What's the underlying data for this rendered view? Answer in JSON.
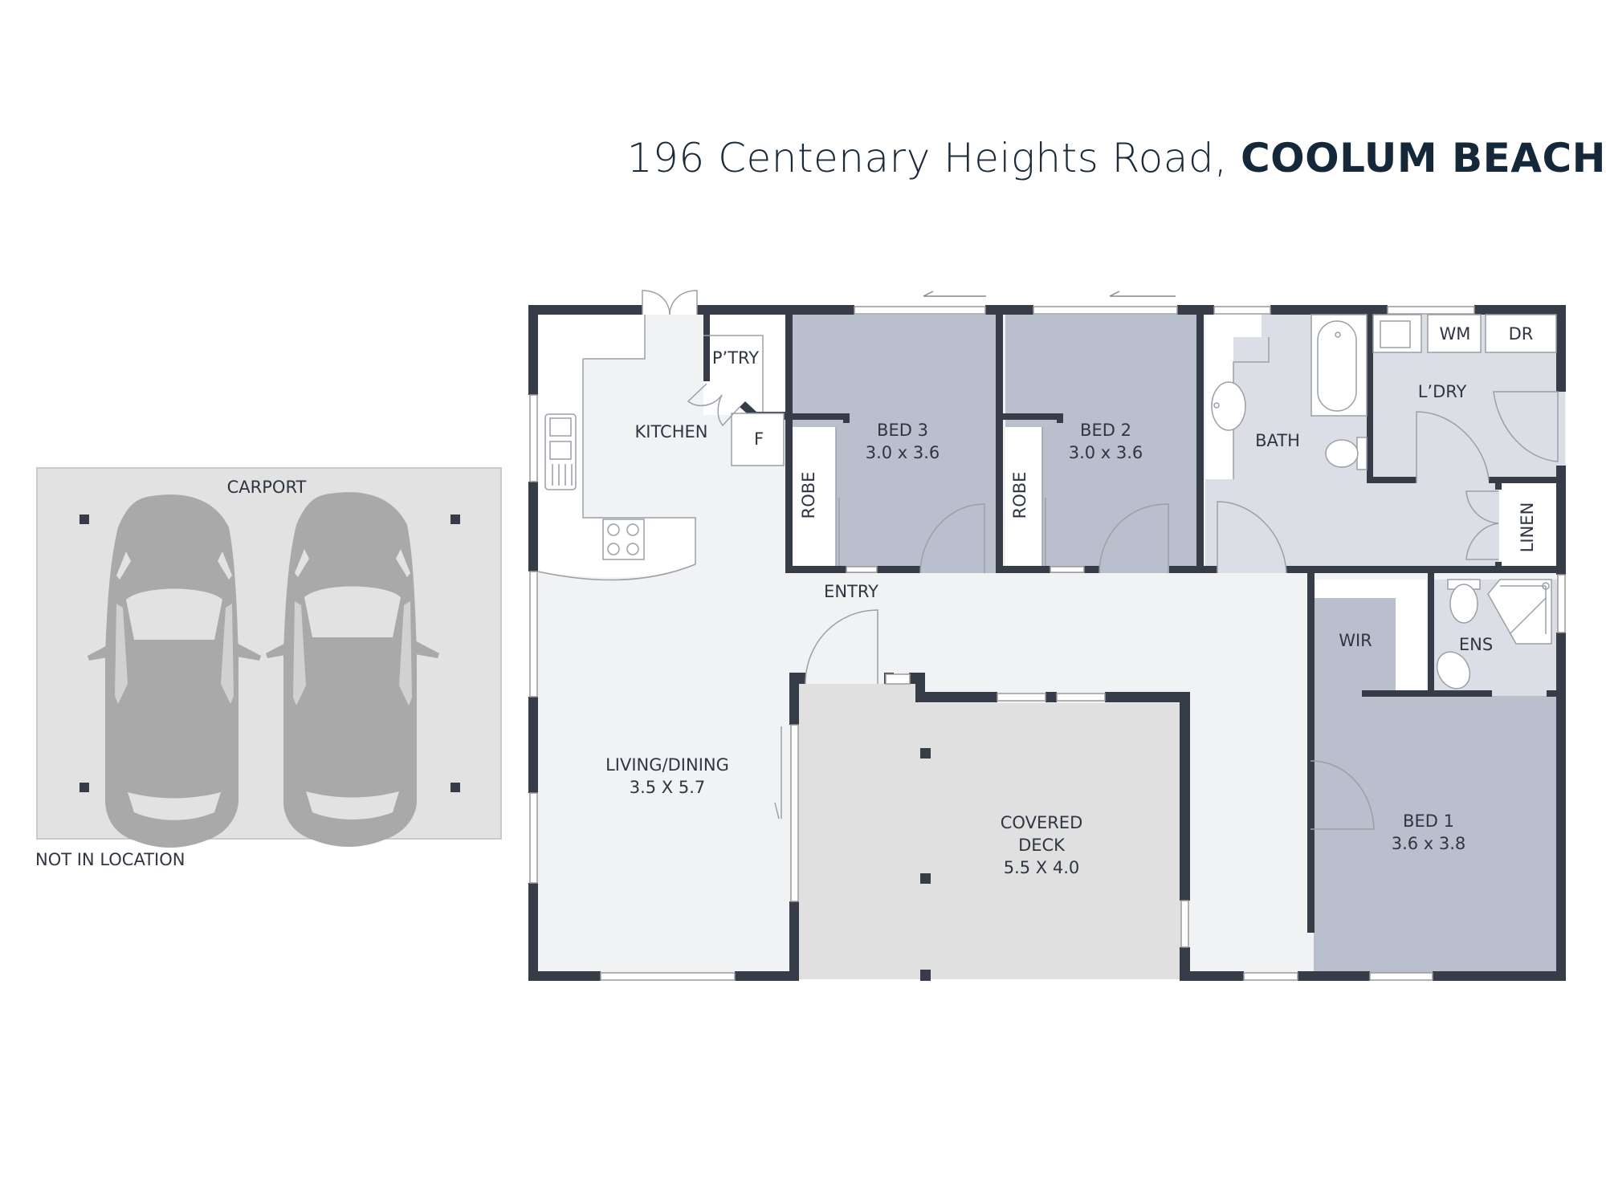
{
  "header": {
    "address": "196 Centenary Heights Road,",
    "suburb": "COOLUM BEACH"
  },
  "colors": {
    "wall": "#373d48",
    "bedroom_fill": "#b9bfcc",
    "wet_area_fill": "#dcdee5",
    "living_fill": "#f1f2f3",
    "deck_fill": "#e0e0e0",
    "carport_fill": "#e2e2e2",
    "car_fill": "#a9a9a9",
    "title_text": "#14283a"
  },
  "carport": {
    "label": "CARPORT",
    "note": "NOT IN LOCATION",
    "cars": 2
  },
  "rooms": {
    "kitchen": {
      "label": "KITCHEN"
    },
    "pantry": {
      "label": "P’TRY"
    },
    "fridge": {
      "label": "F"
    },
    "bed3": {
      "label": "BED 3",
      "dims": "3.0 x 3.6"
    },
    "bed3_robe": {
      "label": "ROBE"
    },
    "bed2": {
      "label": "BED 2",
      "dims": "3.0 x 3.6"
    },
    "bed2_robe": {
      "label": "ROBE"
    },
    "bath": {
      "label": "BATH"
    },
    "laundry": {
      "label": "L’DRY"
    },
    "washing_machine": {
      "label": "WM"
    },
    "dryer": {
      "label": "DR"
    },
    "linen": {
      "label": "LINEN"
    },
    "entry": {
      "label": "ENTRY"
    },
    "living_dining": {
      "label": "LIVING/DINING",
      "dims": "3.5 X 5.7"
    },
    "covered_deck": {
      "label": "COVERED",
      "label2": "DECK",
      "dims": "5.5 X 4.0"
    },
    "wir": {
      "label": "WIR"
    },
    "ensuite": {
      "label": "ENS"
    },
    "bed1": {
      "label": "BED 1",
      "dims": "3.6 x 3.8"
    }
  }
}
